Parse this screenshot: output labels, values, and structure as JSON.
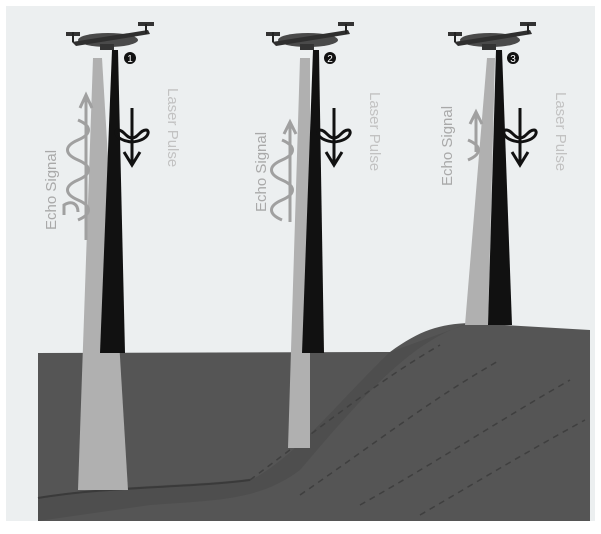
{
  "labels": {
    "echo": "Echo Signal",
    "laser": "Laser Pulse"
  },
  "aircraft": [
    {
      "number": "1"
    },
    {
      "number": "2"
    },
    {
      "number": "3"
    }
  ],
  "colors": {
    "background": "#eceff0",
    "terrain": "#555555",
    "terrain_shadow": "#3d3d3d",
    "laser_beam": "#111111",
    "echo_beam": "#b0b0b0",
    "echo_text": "#a9a9a9",
    "laser_text": "#c2c2c2"
  }
}
